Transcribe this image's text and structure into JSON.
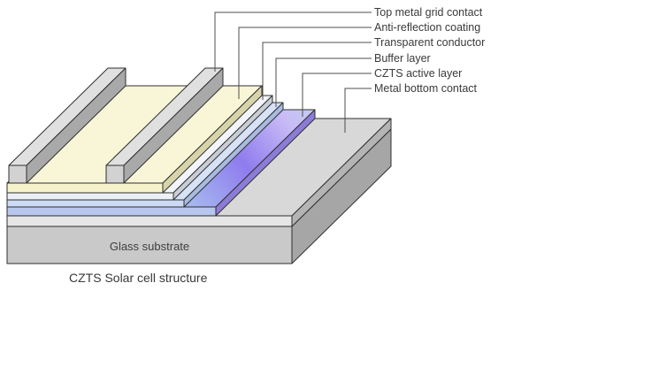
{
  "diagram": {
    "caption": "CZTS Solar cell structure",
    "callouts": [
      {
        "text": "Top metal grid contact"
      },
      {
        "text": "Anti-reflection coating"
      },
      {
        "text": "Transparent conductor"
      },
      {
        "text": "Buffer layer"
      },
      {
        "text": "CZTS active layer"
      },
      {
        "text": "Metal bottom contact"
      }
    ],
    "layers": {
      "glass": {
        "label": "Glass substrate",
        "front": "#c9c9c9",
        "top": "#e0e0e0",
        "side": "#a6a6a6"
      },
      "metal_bottom": {
        "front": "#e6e6e6",
        "top": "#d8d8d8",
        "side": "#b4b4b4"
      },
      "czts": {
        "front": "#b7c6ec",
        "side": "#8d7bd8",
        "grad1": "#a9c2ee",
        "grad2": "#8f7cee",
        "grad3": "#c9bcf6",
        "grad4": "#bfd0f2"
      },
      "buffer": {
        "front": "#ccdaf3",
        "top": "#d7e2f7",
        "side": "#a8bbdf"
      },
      "tco": {
        "front": "#edf1f7",
        "top": "#f2f5fa",
        "side": "#c8cdd6"
      },
      "arc": {
        "front": "#f6f3cc",
        "top": "#f9f6d8",
        "side": "#d8d4aa"
      },
      "grid_bar": {
        "front": "#d2d2d2",
        "top": "#e0e0e0",
        "side": "#a9a9a9"
      }
    }
  }
}
